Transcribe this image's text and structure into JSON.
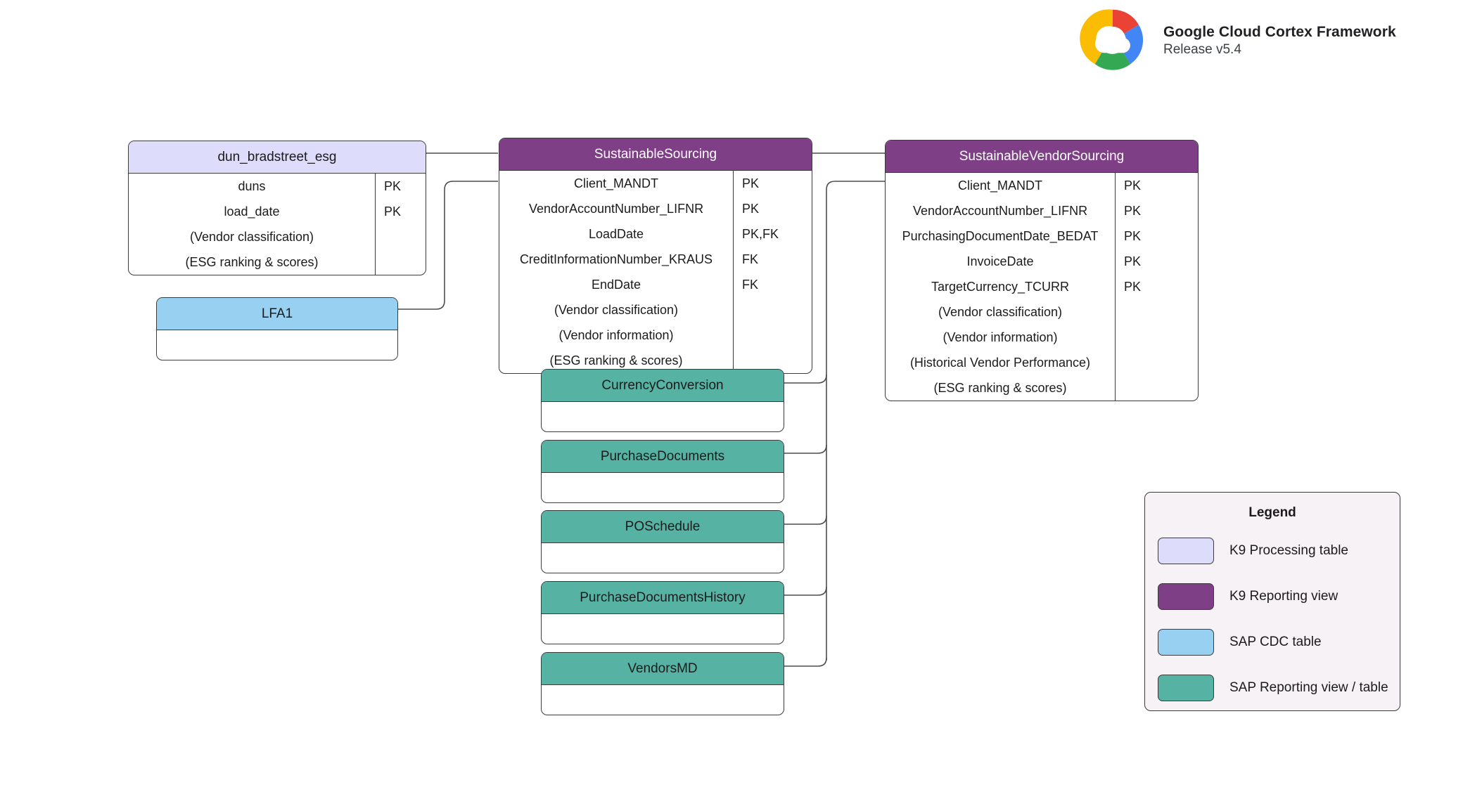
{
  "brand": {
    "title": "Google Cloud Cortex Framework",
    "release": "Release v5.4",
    "logo_colors": {
      "red": "#EA4335",
      "blue": "#4285F4",
      "yellow": "#FBBC04",
      "green": "#34A853",
      "white": "#FFFFFF"
    }
  },
  "palette": {
    "k9_processing_table": "#DDDCFA",
    "k9_reporting_view": "#7F3F87",
    "sap_cdc_table": "#97D0F0",
    "sap_reporting_view": "#56B3A4",
    "border": "#3B3B3B",
    "connector": "#4D4D4D",
    "legend_background": "#F7F2F6"
  },
  "entities": [
    {
      "id": "dun_bradstreet_esg",
      "name": "dun_bradstreet_esg",
      "kind": "k9-processing-table",
      "fields": [
        {
          "name": "duns",
          "key": "PK"
        },
        {
          "name": "load_date",
          "key": "PK"
        },
        {
          "name": "(Vendor classification)",
          "key": ""
        },
        {
          "name": "(ESG ranking & scores)",
          "key": ""
        }
      ]
    },
    {
      "id": "sustainable_sourcing",
      "name": "SustainableSourcing",
      "kind": "k9-reporting-view",
      "fields": [
        {
          "name": "Client_MANDT",
          "key": "PK"
        },
        {
          "name": "VendorAccountNumber_LIFNR",
          "key": "PK"
        },
        {
          "name": "LoadDate",
          "key": "PK,FK"
        },
        {
          "name": "CreditInformationNumber_KRAUS",
          "key": "FK"
        },
        {
          "name": "EndDate",
          "key": "FK"
        },
        {
          "name": "(Vendor classification)",
          "key": ""
        },
        {
          "name": "(Vendor information)",
          "key": ""
        },
        {
          "name": "(ESG ranking & scores)",
          "key": ""
        }
      ]
    },
    {
      "id": "sustainable_vendor_sourcing",
      "name": "SustainableVendorSourcing",
      "kind": "k9-reporting-view",
      "fields": [
        {
          "name": "Client_MANDT",
          "key": "PK"
        },
        {
          "name": "VendorAccountNumber_LIFNR",
          "key": "PK"
        },
        {
          "name": "PurchasingDocumentDate_BEDAT",
          "key": "PK"
        },
        {
          "name": "InvoiceDate",
          "key": "PK"
        },
        {
          "name": "TargetCurrency_TCURR",
          "key": "PK"
        },
        {
          "name": "(Vendor classification)",
          "key": ""
        },
        {
          "name": "(Vendor information)",
          "key": ""
        },
        {
          "name": "(Historical Vendor Performance)",
          "key": ""
        },
        {
          "name": "(ESG ranking & scores)",
          "key": ""
        }
      ]
    },
    {
      "id": "lfa1",
      "name": "LFA1",
      "kind": "sap-cdc-table",
      "fields": []
    },
    {
      "id": "currency_conversion",
      "name": "CurrencyConversion",
      "kind": "sap-reporting-view",
      "fields": []
    },
    {
      "id": "purchase_documents",
      "name": "PurchaseDocuments",
      "kind": "sap-reporting-view",
      "fields": []
    },
    {
      "id": "po_schedule",
      "name": "POSchedule",
      "kind": "sap-reporting-view",
      "fields": []
    },
    {
      "id": "purchase_documents_history",
      "name": "PurchaseDocumentsHistory",
      "kind": "sap-reporting-view",
      "fields": []
    },
    {
      "id": "vendors_md",
      "name": "VendorsMD",
      "kind": "sap-reporting-view",
      "fields": []
    }
  ],
  "legend": {
    "title": "Legend",
    "items": [
      {
        "label": "K9 Processing table",
        "color": "#DDDCFA"
      },
      {
        "label": "K9 Reporting view",
        "color": "#7F3F87"
      },
      {
        "label": "SAP CDC table",
        "color": "#97D0F0"
      },
      {
        "label": "SAP Reporting view / table",
        "color": "#56B3A4"
      }
    ]
  }
}
